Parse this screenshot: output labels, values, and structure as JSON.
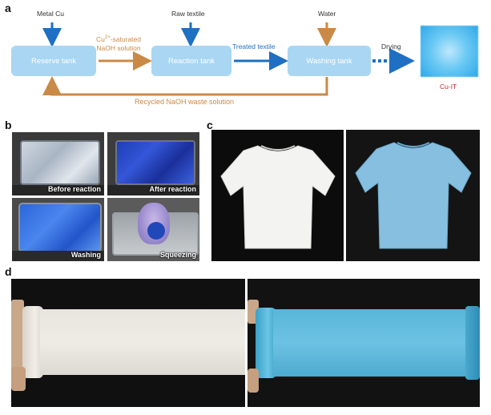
{
  "panels": {
    "a": "a",
    "b": "b",
    "c": "c",
    "d": "d"
  },
  "flow": {
    "boxes": {
      "reserve": "Reserve tank",
      "reaction": "Reaction tank",
      "washing": "Washing tank"
    },
    "inputs": {
      "metal": "Metal Cu",
      "raw": "Raw textile",
      "water": "Water"
    },
    "edges": {
      "cu_line1_pre": "Cu",
      "cu_line1_sup": "2+",
      "cu_line1_post": "-saturated",
      "cu_line2": "NaOH solution",
      "treated": "Treated textile",
      "drying": "Drying",
      "recycled": "Recycled NaOH waste solution"
    },
    "product": "Cu-IT"
  },
  "panel_b": {
    "captions": [
      "Before reaction",
      "After reaction",
      "Washing",
      "Squeezing"
    ]
  },
  "colors": {
    "box": "#a9d6f2",
    "arrow_blue": "#1f6fc2",
    "arrow_orange": "#c98a47",
    "product": "#2fa7e8",
    "product_label": "#d2282e"
  }
}
